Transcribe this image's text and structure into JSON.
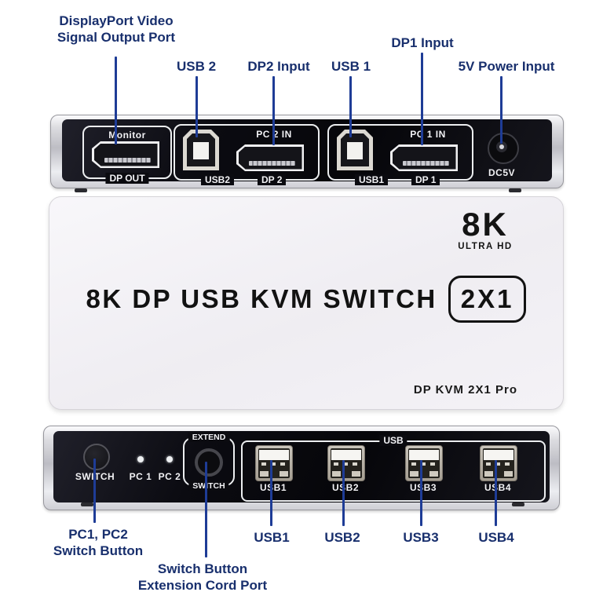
{
  "device": {
    "rear_panel": {
      "monitor_group": {
        "label_top": "Monitor",
        "label_bottom": "DP OUT"
      },
      "pc2_group": {
        "title": "PC 2 IN",
        "usb_label": "USB2",
        "dp_label": "DP 2"
      },
      "pc1_group": {
        "title": "PC 1 IN",
        "usb_label": "USB1",
        "dp_label": "DP 1"
      },
      "power_label": "DC5V"
    },
    "front_face": {
      "badge_8k": "8K",
      "badge_sub": "ULTRA HD",
      "title": "8K DP USB KVM SWITCH",
      "title_badge": "2X1",
      "model": "DP KVM 2X1 Pro"
    },
    "front_panel": {
      "switch_label": "SWITCH",
      "led1_label": "PC 1",
      "led2_label": "PC 2",
      "extend_label_top": "EXTEND",
      "extend_label_bottom": "SWITCH",
      "usb_group_label": "USB",
      "usb_port_labels": [
        "USB1",
        "USB2",
        "USB3",
        "USB4"
      ]
    }
  },
  "annotations": {
    "colors": {
      "text": "#182f6d",
      "line": "#1e3c96"
    },
    "top": {
      "dp_out": "DisplayPort Video\nSignal Output Port",
      "usb2": "USB 2",
      "dp2": "DP2 Input",
      "usb1": "USB 1",
      "dp1": "DP1 Input",
      "power": "5V Power Input"
    },
    "bottom": {
      "switch": "PC1, PC2\nSwitch Button",
      "extend": "Switch Button\nExtension Cord Port",
      "usb1": "USB1",
      "usb2": "USB2",
      "usb3": "USB3",
      "usb4": "USB4"
    }
  }
}
